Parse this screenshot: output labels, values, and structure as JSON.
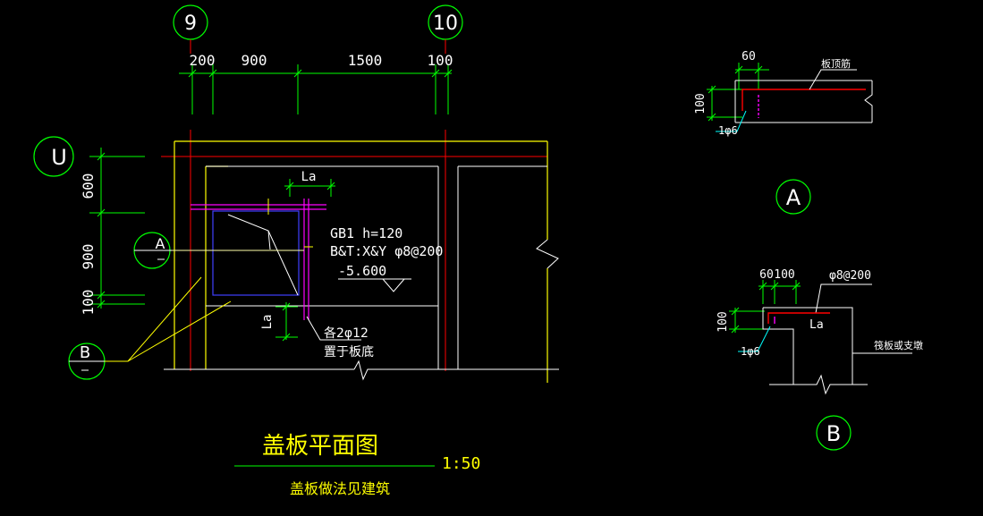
{
  "colors": {
    "background": "#000000",
    "green": "#00ff00",
    "white": "#ffffff",
    "yellow": "#ffff00",
    "red": "#ff0000",
    "magenta": "#ff00ff",
    "blue": "#3333ff",
    "cyan": "#00ffff",
    "light_yellow": "#ffffaa"
  },
  "axes": {
    "col_9": "9",
    "col_10": "10",
    "row_u": "U"
  },
  "dims_top": [
    "200",
    "900",
    "1500",
    "100"
  ],
  "dims_left": [
    "600",
    "900",
    "100"
  ],
  "plan": {
    "la_top": "La",
    "la_side": "La",
    "gb1": "GB1 h=120",
    "reinf": "B&T:X&Y φ8@200",
    "elevation": "-5.600",
    "bar_note": "各2φ12",
    "bar_note_2": "置于板底",
    "section_a": "A",
    "section_b": "B"
  },
  "title": {
    "main": "盖板平面图",
    "scale": "1:50",
    "sub": "盖板做法见建筑"
  },
  "detail_a": {
    "dim_60": "60",
    "dim_100": "100",
    "stirrup": "1φ6",
    "note": "板顶筋",
    "label": "A"
  },
  "detail_b": {
    "dim_60": "60",
    "dim_100": "100",
    "dim_100_v": "100",
    "reinf": "φ8@200",
    "la": "La",
    "stirrup": "1φ6",
    "note": "筏板或支墩",
    "label": "B"
  }
}
